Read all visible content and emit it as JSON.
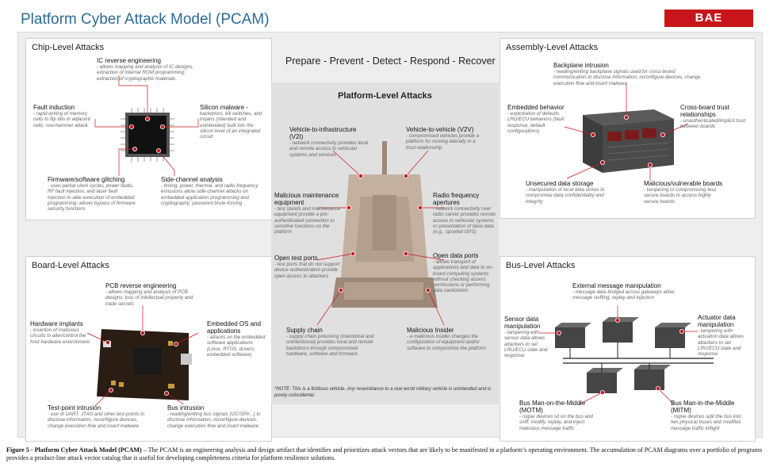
{
  "header": {
    "title": "Platform Cyber Attack Model (PCAM)",
    "logo": "BAE SYSTEMS"
  },
  "tagline": "Prepare - Prevent - Detect - Respond - Recover",
  "chip": {
    "title": "Chip-Level Attacks",
    "re_title": "IC reverse engineering",
    "re_desc": "- allows mapping and analysis of IC designs; extraction of internal ROM programming; extraction of cryptographic materials",
    "fault_title": "Fault induction",
    "fault_desc": "- rapid writing of memory cells to flip bits in adjacent cells; row-hammer attack",
    "malware_title": "Silicon malware -",
    "malware_desc": "backdoors, kill switches, and trojans (intended and unintended) built into the silicon level of an integrated circuit",
    "firmware_title": "Firmware/software glitching",
    "firmware_desc": "- uses partial clock cycles, power faults, RF fault injection, and laser fault injection to alter execution of embedded programming; allows bypass of firmware security functions",
    "side_title": "Side-channel analysis",
    "side_desc": "- timing, power, thermal, and radio frequency emissions allow side-channel attacks on embedded application programming and cryptography; password brute-forcing"
  },
  "assembly": {
    "title": "Assembly-Level Attacks",
    "backplane_title": "Backplane intrusion",
    "backplane_desc": "- reading/writing backplane signals used for cross-board communication to disclose information, reconfigure devices, change execution flow and insert malware",
    "embedded_title": "Embedded behavior",
    "embedded_desc": "- exploitation of defaults LRU/ECU behaviors (fault response, default configurations)",
    "crossboard_title": "Cross-board trust relationships",
    "crossboard_desc": "- unauthenticated/implicit trust between boards",
    "storage_title": "Unsecured data storage",
    "storage_desc": "- manipulation of local data stores to compromise data confidentiality and integrity",
    "malicious_title": "Malicious/vulnerable boards",
    "malicious_desc": "- tampering or compromising less secure boards to access highly secure boards"
  },
  "platform": {
    "title": "Platform-Level Attacks",
    "v2i_title": "Vehicle-to-infrastructure (V2I)",
    "v2i_desc": "- network connectivity provides local and remote access to vehicular systems and services",
    "v2v_title": "Vehicle-to-vehicle (V2V)",
    "v2v_desc": "- compromised vehicles provide a platform for moving laterally in a trust relationship",
    "maint_title": "Malicious maintenance equipment",
    "maint_desc": "- test stands and maintenance equipment provide a pre-authenticated connection to sensitive functions on the platform",
    "rf_title": "Radio frequency apertures",
    "rf_desc": "- network connectivity over radio carrier provides remote access to vehicular systems or presentation of false data (e.g., spoofed GPS)",
    "testports_title": "Open test ports",
    "testports_desc": "- test ports that do not support device authentication provide open access to attackers",
    "dataports_title": "Open data ports",
    "dataports_desc": "- allows transport of applications and data to on-board computing systems without checking access permissions or performing data sanitization",
    "supply_title": "Supply chain",
    "supply_desc": "- supply chain poisoning (intentional and unintentional) provides local and remote backdoors through compromised hardware, software and firmware",
    "insider_title": "Malicious Insider",
    "insider_desc": "- a malicious insider changes the configuration of equipment and/or software to compromise the platform",
    "note": "*NOTE: This is a fictitious vehicle. Any resemblance to a real world military vehicle is unintended and is purely coincidental."
  },
  "board": {
    "title": "Board-Level Attacks",
    "pcb_title": "PCB reverse engineering",
    "pcb_desc": "- allows mapping and analysis of PCB designs; loss of intellectual property and trade secrets",
    "implants_title": "Hardware implants",
    "implants_desc": "- insertion of malicious circuits to alter/control the host hardware environment",
    "os_title": "Embedded OS and applications",
    "os_desc": "- attacks on the embedded software applications (Linux, RTOS, drivers, embedded software)",
    "testpoint_title": "Test-point intrusion",
    "testpoint_desc": "- use of UART, JTAG and other test-points to disclose information, reconfigure devices, change execution flow and insert malware",
    "bus_title": "Bus intrusion",
    "bus_desc": "- reading/writing bus signals (I2C/SPI/...) to disclose information, reconfigure devices, change execution flow and insert malware"
  },
  "bus": {
    "title": "Bus-Level Attacks",
    "external_title": "External message manipulation",
    "external_desc": "- message data bridged across gateways allow message sniffing, replay and injection",
    "sensor_title": "Sensor data manipulation",
    "sensor_desc": "- tampering with sensor data allows attackers to set LRU/ECU state and response",
    "actuator_title": "Actuator data manipulation",
    "actuator_desc": "- tampering with actuation data allows attackers to set LRU/ECU state and response",
    "motm_title": "Bus Man-on-the-Middle (MOTM)",
    "motm_desc": "- rogue devices sit on the bus and sniff, modify, replay, and inject malicious message traffic",
    "mitm_title": "Bus Man-in-the-Middle (MITM)",
    "mitm_desc": "- rogue devices split the bus into two physical buses and modifies message traffic inflight"
  },
  "caption": {
    "label": "Figure 5 - Platform Cyber Attack Model (PCAM)",
    "text": " – The PCAM is an engineering analysis and design artifact that identifies and prioritizes attack vectors that are likely to be manifested in a platform’s operating environment.  The accumulation of PCAM diagrams over a portfolio of programs provides a product-line attack vector catalog that is useful for developing completeness criteria for platform resilience solutions."
  },
  "colors": {
    "title": "#2d6a94",
    "logo": "#c8151b",
    "vehicle": "#b49f8f",
    "callout": "#c8151b"
  }
}
